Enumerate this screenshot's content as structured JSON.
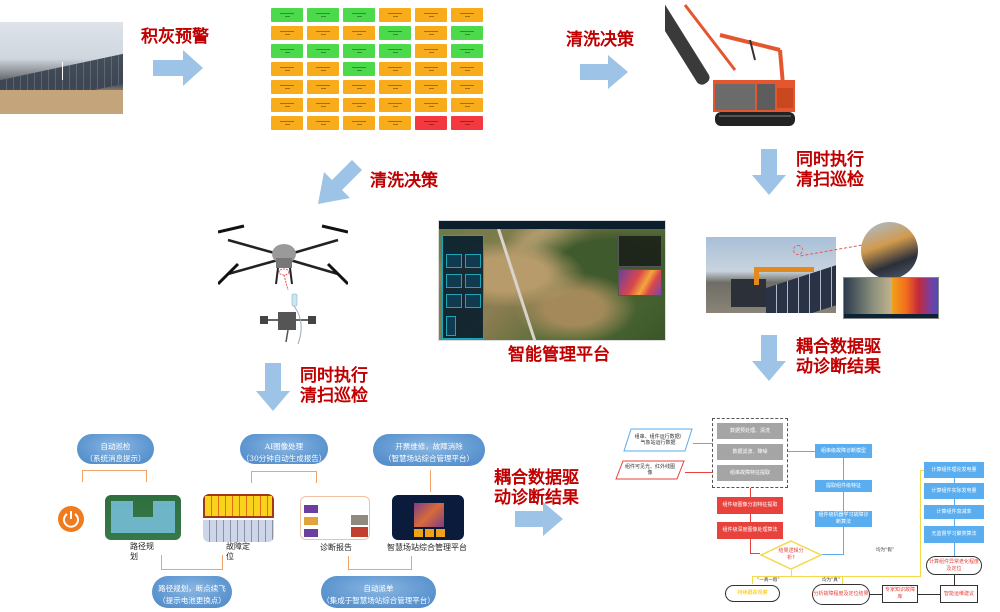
{
  "labels": {
    "ash_warning": "积灰预警",
    "cleaning_decision_1": "清洗决策",
    "cleaning_decision_2": "清洗决策",
    "parallel_exec_1_line1": "同时执行",
    "parallel_exec_1_line2": "清扫巡检",
    "parallel_exec_2_line1": "同时执行",
    "parallel_exec_2_line2": "清扫巡检",
    "coupled_diag_1_line1": "耦合数据驱",
    "coupled_diag_1_line2": "动诊断结果",
    "coupled_diag_2_line1": "耦合数据驱",
    "coupled_diag_2_line2": "动诊断结果",
    "smart_platform": "智能管理平台"
  },
  "colors": {
    "title_red": "#c00000",
    "arrow_blue": "#9dc3e6",
    "status_green": "#4cd94c",
    "status_orange": "#f8ab1b",
    "status_red": "#f2393f",
    "bubble_blue": "#5b94cf",
    "connector_orange": "#f0a46a",
    "power_orange": "#ef7b1d",
    "fc_gray": "#a5a5a5",
    "fc_red": "#e8423d",
    "fc_blue": "#5aaef0",
    "fc_yellow": "#f5d94a"
  },
  "alarm_grid": {
    "columns": 6,
    "rows": [
      [
        "green",
        "green",
        "green",
        "orange",
        "orange",
        "orange"
      ],
      [
        "orange",
        "orange",
        "orange",
        "green",
        "orange",
        "green"
      ],
      [
        "green",
        "green",
        "green",
        "green",
        "orange",
        "green"
      ],
      [
        "orange",
        "orange",
        "green",
        "orange",
        "orange",
        "orange"
      ],
      [
        "orange",
        "orange",
        "orange",
        "orange",
        "orange",
        "orange"
      ],
      [
        "orange",
        "orange",
        "orange",
        "orange",
        "orange",
        "orange"
      ],
      [
        "orange",
        "orange",
        "orange",
        "orange",
        "red",
        "red"
      ]
    ]
  },
  "workflow": {
    "bubbles": [
      {
        "line1": "自动巡检",
        "line2": "（系统消息提示）"
      },
      {
        "line1": "AI图像处理",
        "line2": "（30分钟自动生成报告）"
      },
      {
        "line1": "开票维修，故障消除",
        "line2": "（智慧场站综合管理平台）"
      },
      {
        "line1": "路径规划，断点续飞",
        "line2": "（提示电池更换点）"
      },
      {
        "line1": "自动派单",
        "line2": "（集成于智慧场站综合管理平台）"
      }
    ],
    "captions": {
      "path_planning_1": "路径规",
      "path_planning_2": "划",
      "fault_location_1": "故障定",
      "fault_location_2": "位",
      "diagnosis_report": "诊断报告",
      "smart_station_platform": "智慧场站综合管理平台"
    }
  },
  "flowchart": {
    "inputs": [
      "组串、组件运行数据/气象站运行数据",
      "组件可见光、红外线图像"
    ],
    "preprocess": [
      "数据预处理、清洗",
      "数据滤波、降噪",
      "组串故障特征提取"
    ],
    "red_steps": [
      "组件级图像分割特征提取",
      "组件级深度图像处理算法"
    ],
    "blue_steps": [
      "组串级故障诊断模型",
      "提取组件级特征",
      "组件级机器学习故障诊断算法"
    ],
    "decision": "结果逻辑分析?",
    "branch_yes_label": "“一真一假”",
    "branch_true_label": "均为“真”",
    "branch_false_label": "均为“假”",
    "continue_tracking": "持续跟踪观察",
    "analyze_result": "分析故障程度及定位结果",
    "expert_kb": "专家知识故障库",
    "smart_ops": "智能运维建议",
    "right_steps": [
      "计算组件理论发电量",
      "计算组件实际发电量",
      "计算组件衰减率",
      "无监督学习聚类算法"
    ],
    "right_result": "计算组件异常老化程度及定位"
  }
}
